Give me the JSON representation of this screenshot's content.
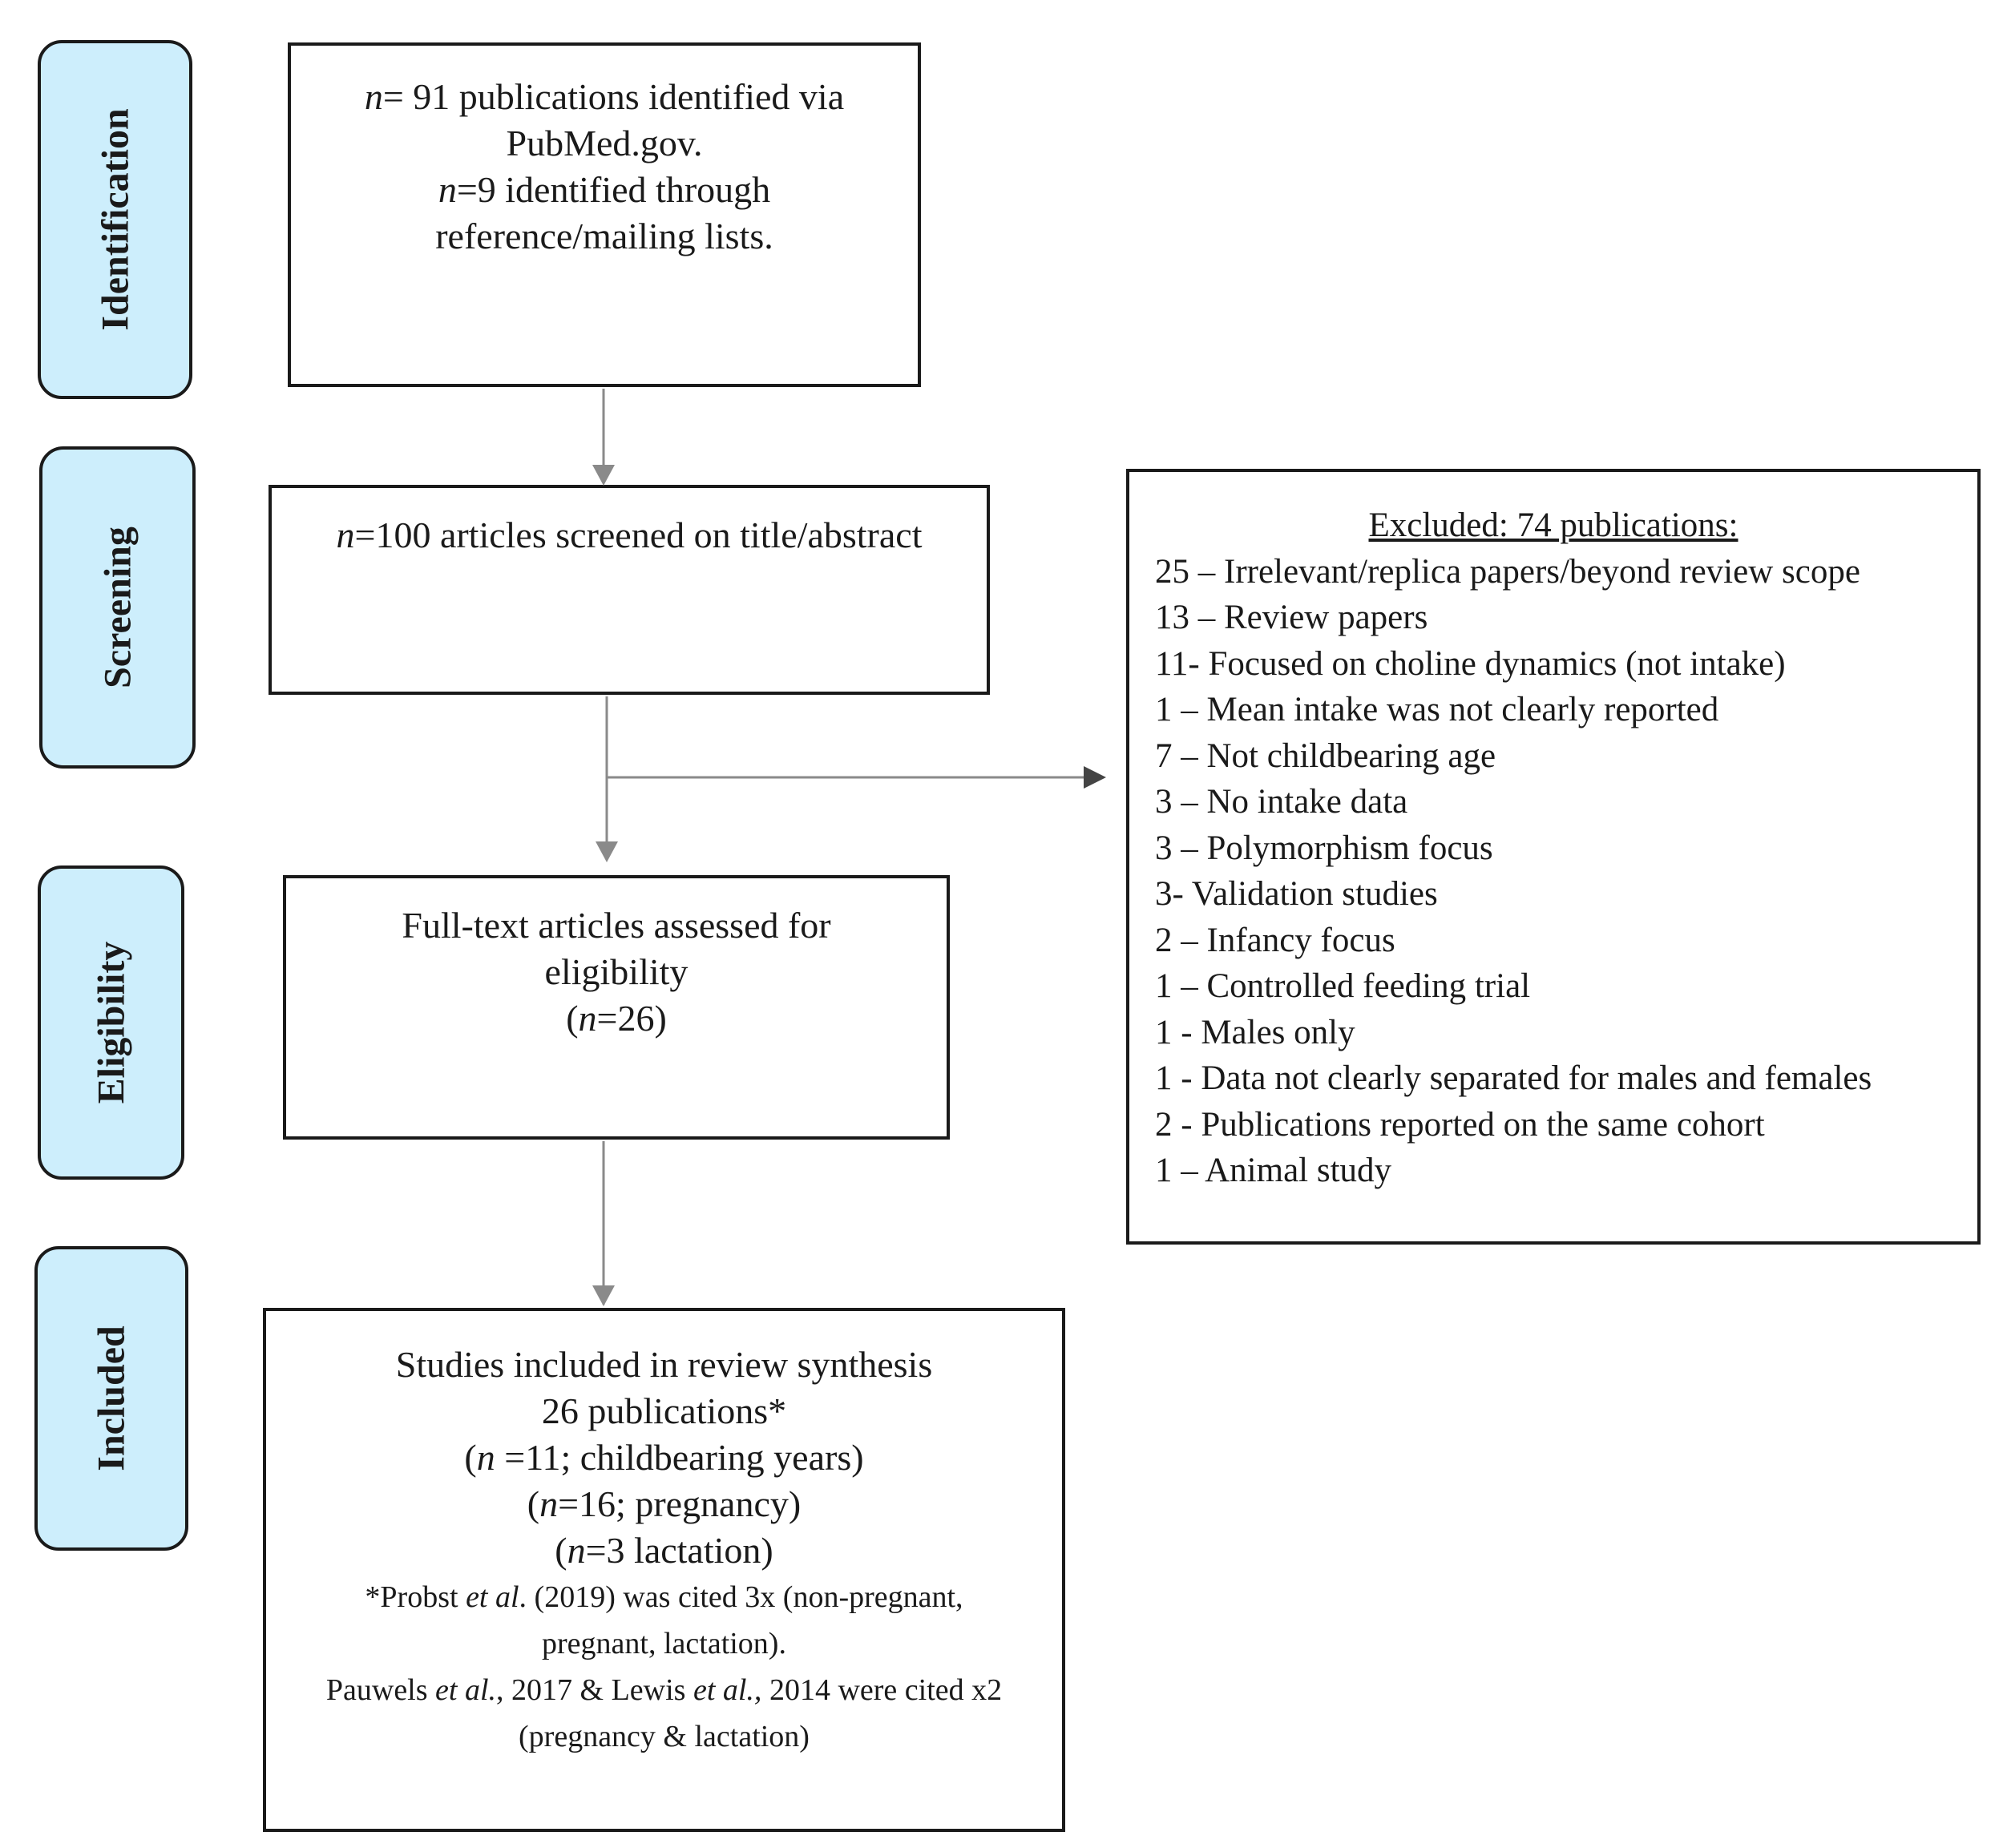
{
  "phases": {
    "identification": "Identification",
    "screening": "Screening",
    "eligibility": "Eligibility",
    "included": "Included"
  },
  "identification_box": {
    "l1_n": "n",
    "l1_rest": "= 91 publications identified via",
    "l2": "PubMed.gov.",
    "l3_n": "n",
    "l3_rest": "=9 identified through",
    "l4": "reference/mailing lists."
  },
  "screening_box": {
    "n": "n",
    "rest": "=100 articles screened on title/abstract"
  },
  "eligibility_box": {
    "l1": "Full-text articles assessed for",
    "l2": "eligibility",
    "l3_open": "(",
    "l3_n": "n",
    "l3_rest": "=26)"
  },
  "included_box": {
    "l1": "Studies included in review synthesis",
    "l2": "26 publications*",
    "l3_open": "(",
    "l3_n": "n",
    "l3_rest": " =11; childbearing years)",
    "l4_open": "(",
    "l4_n": "n",
    "l4_rest": "=16; pregnancy)",
    "l5_open": "(",
    "l5_n": "n",
    "l5_rest": "=3 lactation)",
    "note1_a": "*Probst ",
    "note1_etal": "et al",
    "note1_b": ". (2019) was cited 3x (non-pregnant,",
    "note2": "pregnant, lactation).",
    "note3_a": "Pauwels ",
    "note3_etal1": "et al.",
    "note3_b": ", 2017 & Lewis ",
    "note3_etal2": "et al.,",
    "note3_c": " 2014 were cited x2",
    "note4": "(pregnancy & lactation)"
  },
  "excluded_box": {
    "title": "Excluded: 74 publications:",
    "items": [
      "25 – Irrelevant/replica papers/beyond review scope",
      "13 – Review papers",
      "11- Focused on choline dynamics (not intake)",
      "1 – Mean intake was not clearly reported",
      "7 – Not childbearing age",
      "3 – No intake data",
      "3 – Polymorphism focus",
      "3- Validation studies",
      "2 – Infancy focus",
      "1 – Controlled feeding trial",
      "1 - Males only",
      "1 - Data not clearly separated for males and females",
      "2 - Publications reported on the same cohort",
      "1 – Animal study"
    ]
  },
  "colors": {
    "phase_fill": "#cdeefc",
    "border": "#1a1a1a",
    "arrow": "#8a8a8a"
  }
}
